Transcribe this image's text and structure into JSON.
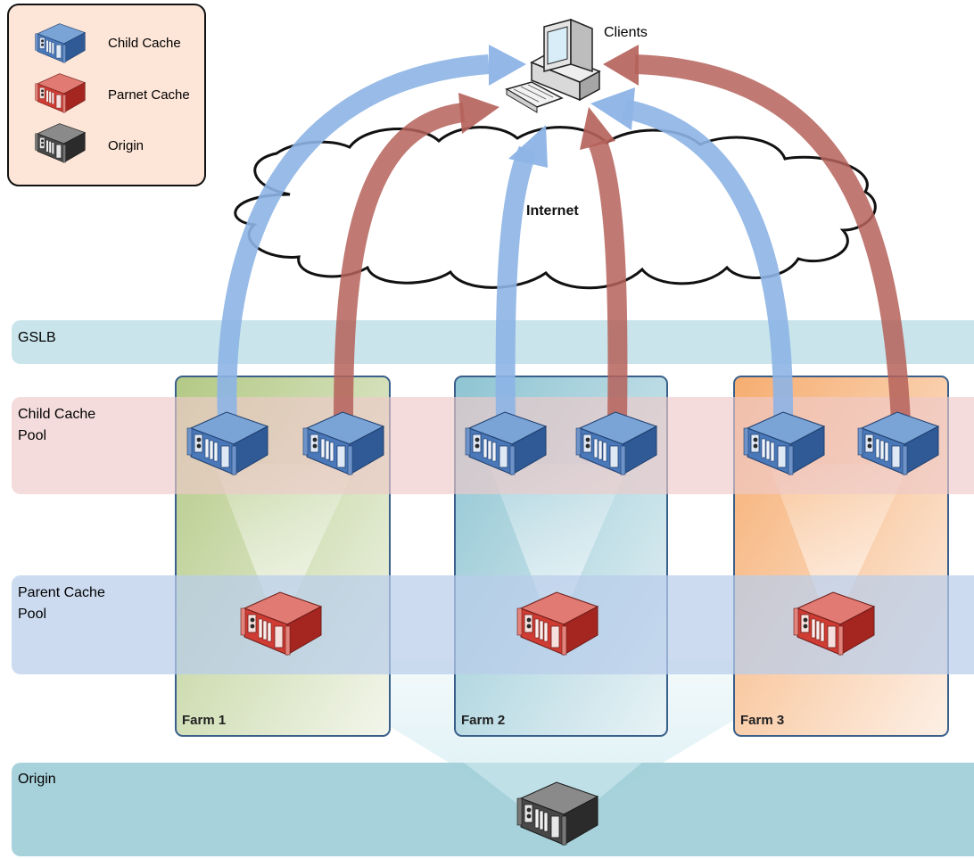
{
  "legend": {
    "child_label": "Child Cache",
    "parent_label": "Parnet Cache",
    "origin_label": "Origin"
  },
  "clients_label": "Clients",
  "internet_label": "Internet",
  "bands": {
    "gslb": "GSLB",
    "child_line1": "Child Cache",
    "child_line2": "Pool",
    "parent_line1": "Parent Cache",
    "parent_line2": "Pool",
    "origin": "Origin"
  },
  "farms": [
    {
      "label": "Farm 1",
      "color": "#b7cc8a"
    },
    {
      "label": "Farm 2",
      "color": "#8fc6d4"
    },
    {
      "label": "Farm 3",
      "color": "#f5b27a"
    }
  ],
  "colors": {
    "child_cache": "#3c6aa8",
    "parent_cache": "#c8302a",
    "origin": "#3a3a3a",
    "arrow_blue": "#8db4e6",
    "arrow_red": "#b5615a",
    "band_gslb": "#c3e3ea",
    "band_child": "#f0cfcf",
    "band_parent": "#c6d6ee",
    "band_origin": "#a9d3db",
    "legend_bg": "#fde5d8"
  }
}
